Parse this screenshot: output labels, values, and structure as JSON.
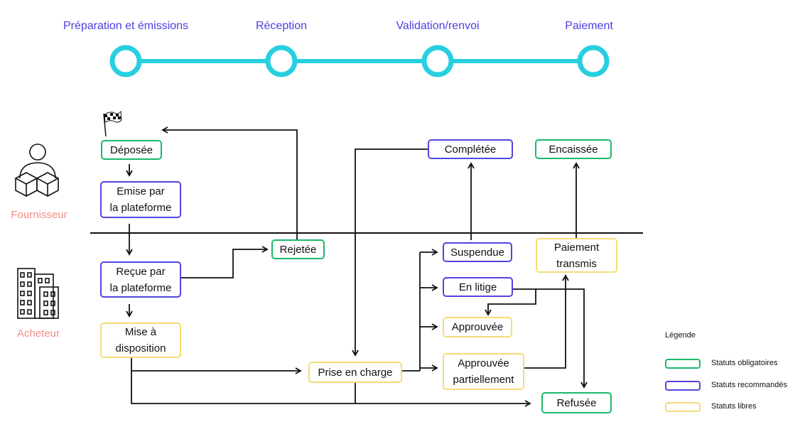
{
  "phases": [
    "Préparation et émissions",
    "Réception",
    "Validation/renvoi",
    "Paiement"
  ],
  "actors": {
    "supplier": "Fournisseur",
    "buyer": "Acheteur"
  },
  "statuses": {
    "deposee": "Déposée",
    "emise_l1": "Emise par",
    "emise_l2": "la plateforme",
    "recue_l1": "Reçue par",
    "recue_l2": "la plateforme",
    "mise_l1": "Mise à",
    "mise_l2": "disposition",
    "rejetee": "Rejetée",
    "prise": "Prise en charge",
    "completee": "Complétée",
    "suspendue": "Suspendue",
    "litige": "En litige",
    "approuvee": "Approuvée",
    "appr_part_l1": "Approuvée",
    "appr_part_l2": "partiellement",
    "encaissee": "Encaissée",
    "paiement_l1": "Paiement",
    "paiement_l2": "transmis",
    "refusee": "Refusée"
  },
  "legend": {
    "title": "Légende",
    "items": [
      {
        "label": "Statuts obligatoires",
        "color": "#19b96b"
      },
      {
        "label": "Statuts recommandés",
        "color": "#5145de"
      },
      {
        "label": "Statuts  libres",
        "color": "#f5dc78"
      }
    ]
  },
  "colors": {
    "timeline": "#27cfe0",
    "phase_text": "#4b3fe0",
    "mandatory": "#19b96b",
    "recommended": "#5145de",
    "free": "#f5dc78",
    "actor_text": "#f08f86"
  },
  "icons": [
    "checkered-flag-icon",
    "supplier-person-icon",
    "buyer-building-icon"
  ]
}
